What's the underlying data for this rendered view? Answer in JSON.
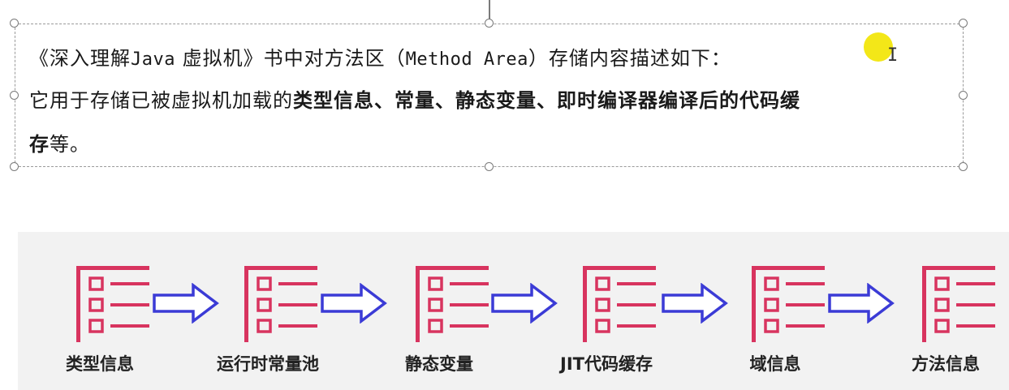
{
  "slide": {
    "line1": {
      "prefix": "《深入理解",
      "java_word": "Java",
      "mid": " 虚拟机》书中对方法区（",
      "method_area": "Method Area",
      "suffix": "）存储内容描述如下："
    },
    "line2": {
      "plain": "它用于存储已被虚拟机加载的",
      "bold": "类型信息、常量、静态变量、即时编译器编译后的代码缓"
    },
    "line3": {
      "bold": "存",
      "plain": "等。"
    },
    "cursor_glyph": "I"
  },
  "diagram": {
    "icon_color": "#d8345f",
    "arrow_color": "#3b3bd6",
    "items": [
      {
        "label": "类型信息",
        "icon": "list-icon"
      },
      {
        "label": "运行时常量池",
        "icon": "list-icon"
      },
      {
        "label": "静态变量",
        "icon": "list-icon"
      },
      {
        "label": "JIT代码缓存",
        "icon": "list-icon"
      },
      {
        "label": "域信息",
        "icon": "list-icon"
      },
      {
        "label": "方法信息",
        "icon": "list-icon"
      }
    ]
  }
}
